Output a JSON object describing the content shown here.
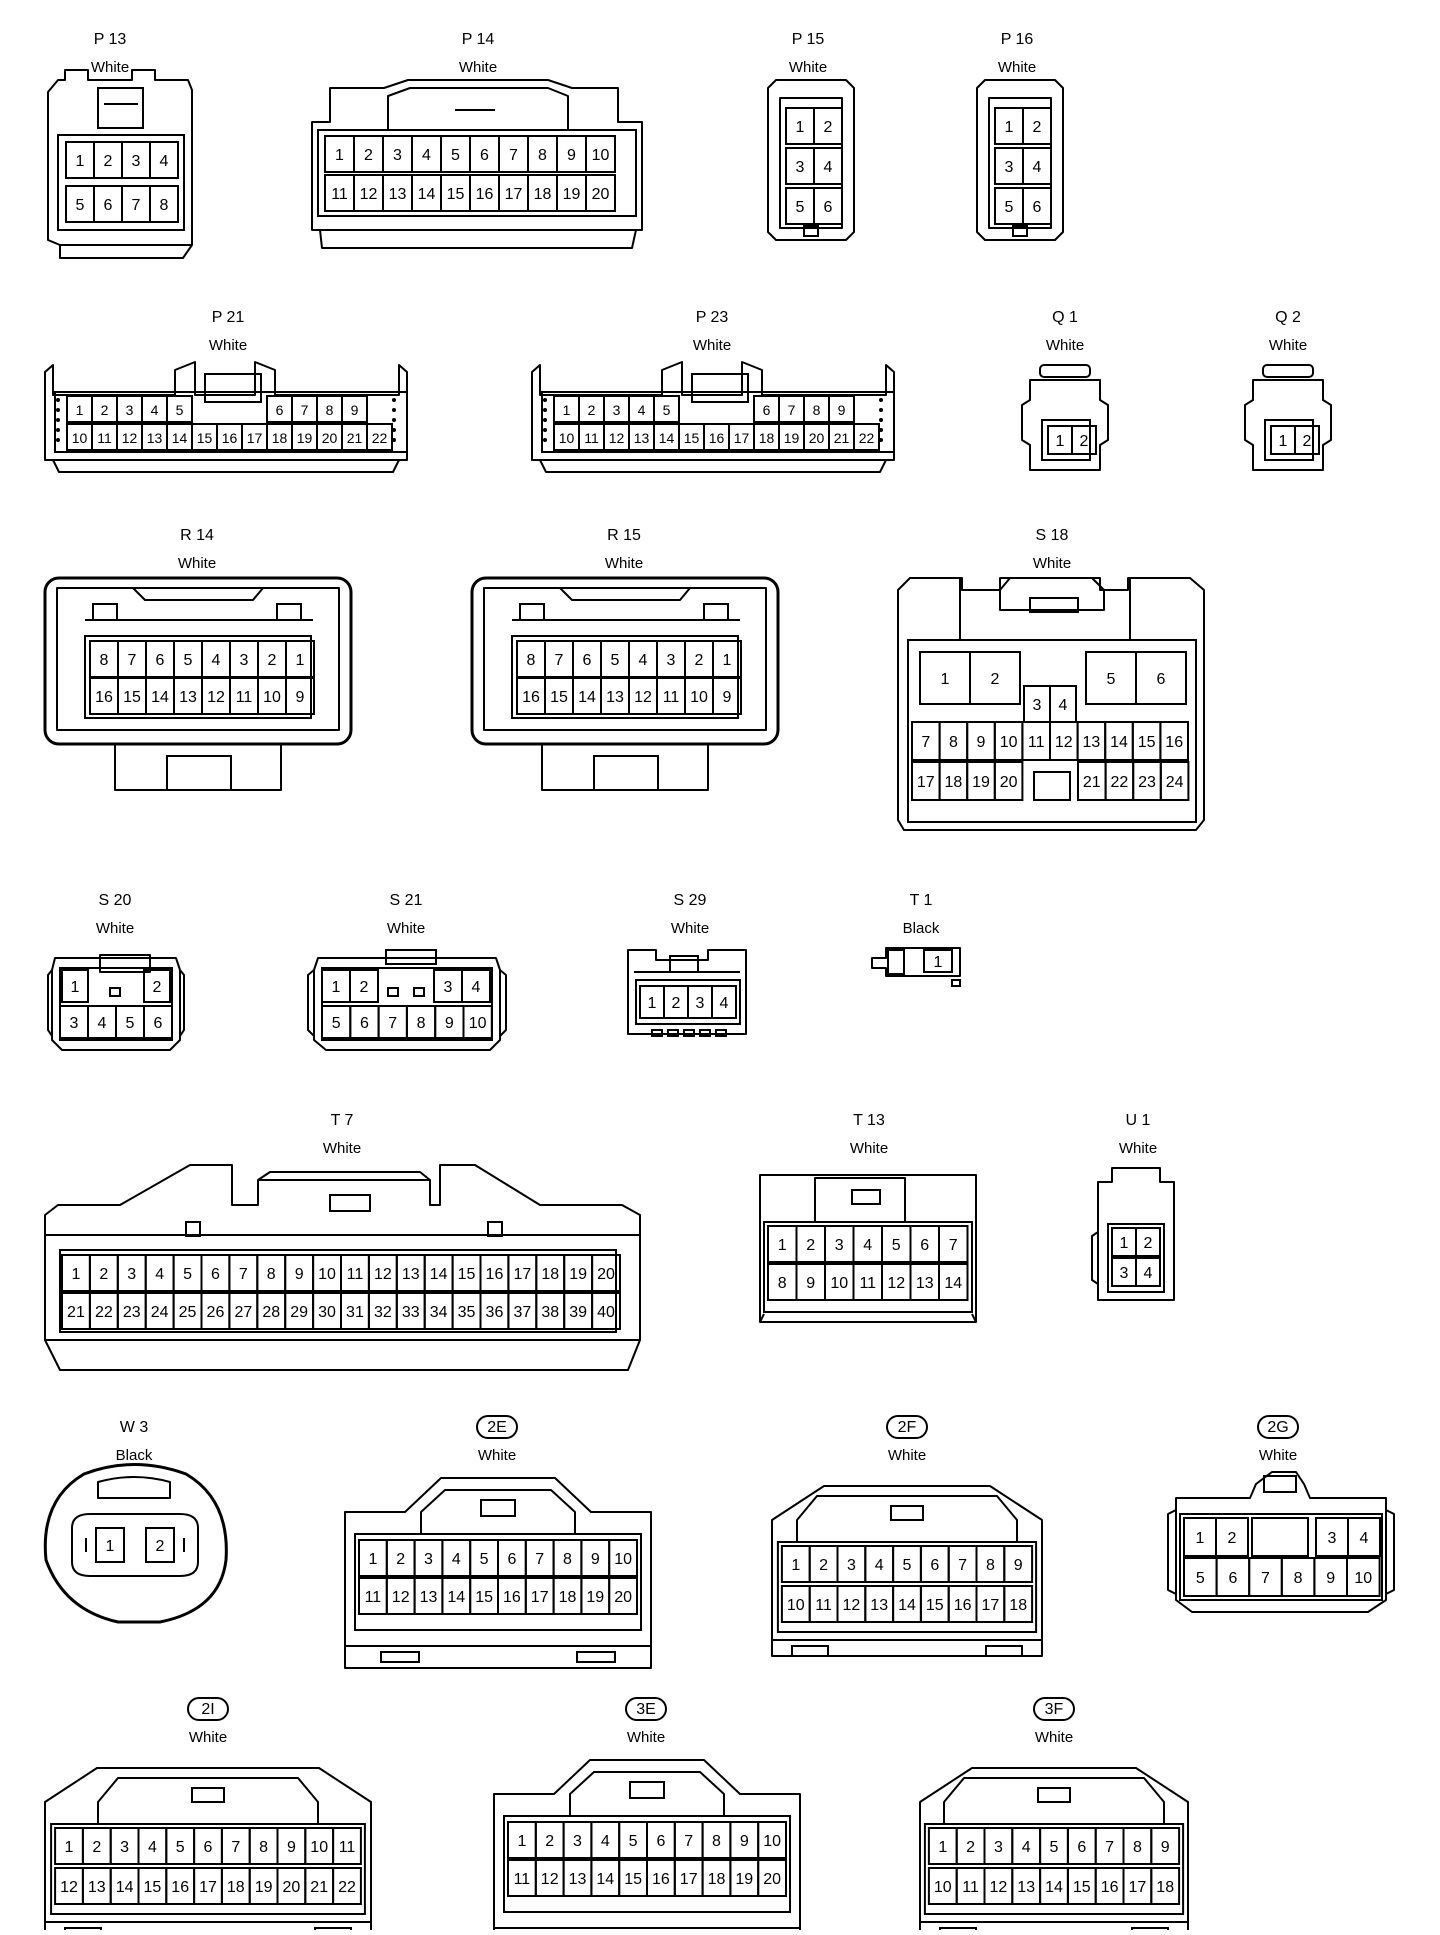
{
  "connectors": [
    {
      "id": "P 13",
      "color": "White",
      "rows": [
        [
          "1",
          "2",
          "3",
          "4"
        ],
        [
          "5",
          "6",
          "7",
          "8"
        ]
      ]
    },
    {
      "id": "P 14",
      "color": "White",
      "rows": [
        [
          "1",
          "2",
          "3",
          "4",
          "5",
          "6",
          "7",
          "8",
          "9",
          "10"
        ],
        [
          "11",
          "12",
          "13",
          "14",
          "15",
          "16",
          "17",
          "18",
          "19",
          "20"
        ]
      ]
    },
    {
      "id": "P 15",
      "color": "White",
      "rows": [
        [
          "1",
          "2"
        ],
        [
          "3",
          "4"
        ],
        [
          "5",
          "6"
        ]
      ]
    },
    {
      "id": "P 16",
      "color": "White",
      "rows": [
        [
          "1",
          "2"
        ],
        [
          "3",
          "4"
        ],
        [
          "5",
          "6"
        ]
      ]
    },
    {
      "id": "P 21",
      "color": "White",
      "rows": [
        [
          "1",
          "2",
          "3",
          "4",
          "5",
          "",
          "",
          "",
          "6",
          "7",
          "8",
          "9"
        ],
        [
          "10",
          "11",
          "12",
          "13",
          "14",
          "15",
          "16",
          "17",
          "18",
          "19",
          "20",
          "21",
          "22"
        ]
      ]
    },
    {
      "id": "P 23",
      "color": "White",
      "rows": [
        [
          "1",
          "2",
          "3",
          "4",
          "5",
          "",
          "",
          "",
          "6",
          "7",
          "8",
          "9"
        ],
        [
          "10",
          "11",
          "12",
          "13",
          "14",
          "15",
          "16",
          "17",
          "18",
          "19",
          "20",
          "21",
          "22"
        ]
      ]
    },
    {
      "id": "Q 1",
      "color": "White",
      "rows": [
        [
          "1",
          "2"
        ]
      ]
    },
    {
      "id": "Q 2",
      "color": "White",
      "rows": [
        [
          "1",
          "2"
        ]
      ]
    },
    {
      "id": "R 14",
      "color": "White",
      "rows": [
        [
          "8",
          "7",
          "6",
          "5",
          "4",
          "3",
          "2",
          "1"
        ],
        [
          "16",
          "15",
          "14",
          "13",
          "12",
          "11",
          "10",
          "9"
        ]
      ]
    },
    {
      "id": "R 15",
      "color": "White",
      "rows": [
        [
          "8",
          "7",
          "6",
          "5",
          "4",
          "3",
          "2",
          "1"
        ],
        [
          "16",
          "15",
          "14",
          "13",
          "12",
          "11",
          "10",
          "9"
        ]
      ]
    },
    {
      "id": "S 18",
      "color": "White",
      "rows": [
        [
          "1",
          "2",
          "5",
          "6"
        ],
        [
          "3",
          "4"
        ],
        [
          "7",
          "8",
          "9",
          "10",
          "11",
          "12",
          "13",
          "14",
          "15",
          "16"
        ],
        [
          "17",
          "18",
          "19",
          "20",
          "21",
          "22",
          "23",
          "24"
        ]
      ]
    },
    {
      "id": "S 20",
      "color": "White",
      "rows": [
        [
          "1",
          "2"
        ],
        [
          "3",
          "4",
          "5",
          "6"
        ]
      ]
    },
    {
      "id": "S 21",
      "color": "White",
      "rows": [
        [
          "1",
          "2",
          "3",
          "4"
        ],
        [
          "5",
          "6",
          "7",
          "8",
          "9",
          "10"
        ]
      ]
    },
    {
      "id": "S 29",
      "color": "White",
      "rows": [
        [
          "1",
          "2",
          "3",
          "4"
        ]
      ]
    },
    {
      "id": "T 1",
      "color": "Black",
      "rows": [
        [
          "1"
        ]
      ]
    },
    {
      "id": "T 7",
      "color": "White",
      "rows": [
        [
          "1",
          "2",
          "3",
          "4",
          "5",
          "6",
          "7",
          "8",
          "9",
          "10",
          "11",
          "12",
          "13",
          "14",
          "15",
          "16",
          "17",
          "18",
          "19",
          "20"
        ],
        [
          "21",
          "22",
          "23",
          "24",
          "25",
          "26",
          "27",
          "28",
          "29",
          "30",
          "31",
          "32",
          "33",
          "34",
          "35",
          "36",
          "37",
          "38",
          "39",
          "40"
        ]
      ]
    },
    {
      "id": "T 13",
      "color": "White",
      "rows": [
        [
          "1",
          "2",
          "3",
          "4",
          "5",
          "6",
          "7"
        ],
        [
          "8",
          "9",
          "10",
          "11",
          "12",
          "13",
          "14"
        ]
      ]
    },
    {
      "id": "U 1",
      "color": "White",
      "rows": [
        [
          "1",
          "2"
        ],
        [
          "3",
          "4"
        ]
      ]
    },
    {
      "id": "W 3",
      "color": "Black",
      "rows": [
        [
          "1",
          "2"
        ]
      ]
    },
    {
      "id": "2E",
      "color": "White",
      "rows": [
        [
          "1",
          "2",
          "3",
          "4",
          "5",
          "6",
          "7",
          "8",
          "9",
          "10"
        ],
        [
          "11",
          "12",
          "13",
          "14",
          "15",
          "16",
          "17",
          "18",
          "19",
          "20"
        ]
      ]
    },
    {
      "id": "2F",
      "color": "White",
      "rows": [
        [
          "1",
          "2",
          "3",
          "4",
          "5",
          "6",
          "7",
          "8",
          "9"
        ],
        [
          "10",
          "11",
          "12",
          "13",
          "14",
          "15",
          "16",
          "17",
          "18"
        ]
      ]
    },
    {
      "id": "2G",
      "color": "White",
      "rows": [
        [
          "1",
          "2",
          "3",
          "4"
        ],
        [
          "5",
          "6",
          "7",
          "8",
          "9",
          "10"
        ]
      ]
    },
    {
      "id": "2I",
      "color": "White",
      "rows": [
        [
          "1",
          "2",
          "3",
          "4",
          "5",
          "6",
          "7",
          "8",
          "9",
          "10",
          "11"
        ],
        [
          "12",
          "13",
          "14",
          "15",
          "16",
          "17",
          "18",
          "19",
          "20",
          "21",
          "22"
        ]
      ]
    },
    {
      "id": "3E",
      "color": "White",
      "rows": [
        [
          "1",
          "2",
          "3",
          "4",
          "5",
          "6",
          "7",
          "8",
          "9",
          "10"
        ],
        [
          "11",
          "12",
          "13",
          "14",
          "15",
          "16",
          "17",
          "18",
          "19",
          "20"
        ]
      ]
    },
    {
      "id": "3F",
      "color": "White",
      "rows": [
        [
          "1",
          "2",
          "3",
          "4",
          "5",
          "6",
          "7",
          "8",
          "9"
        ],
        [
          "10",
          "11",
          "12",
          "13",
          "14",
          "15",
          "16",
          "17",
          "18"
        ]
      ]
    }
  ]
}
